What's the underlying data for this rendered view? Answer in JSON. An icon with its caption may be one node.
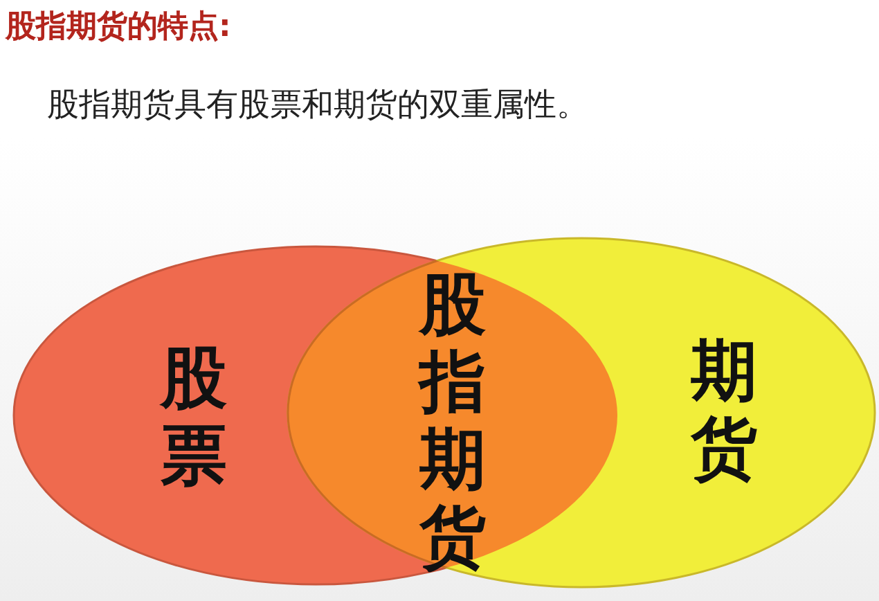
{
  "diagram": {
    "title": "股指期货的特点:",
    "nodes": [
      {
        "text": [
          "股票"
        ]
      },
      {
        "text": [
          "股指期货"
        ]
      },
      {
        "text": [
          "期货"
        ]
      }
    ],
    "labels": [
      "股指期货具有股票和期货的双重属性。"
    ]
  }
}
